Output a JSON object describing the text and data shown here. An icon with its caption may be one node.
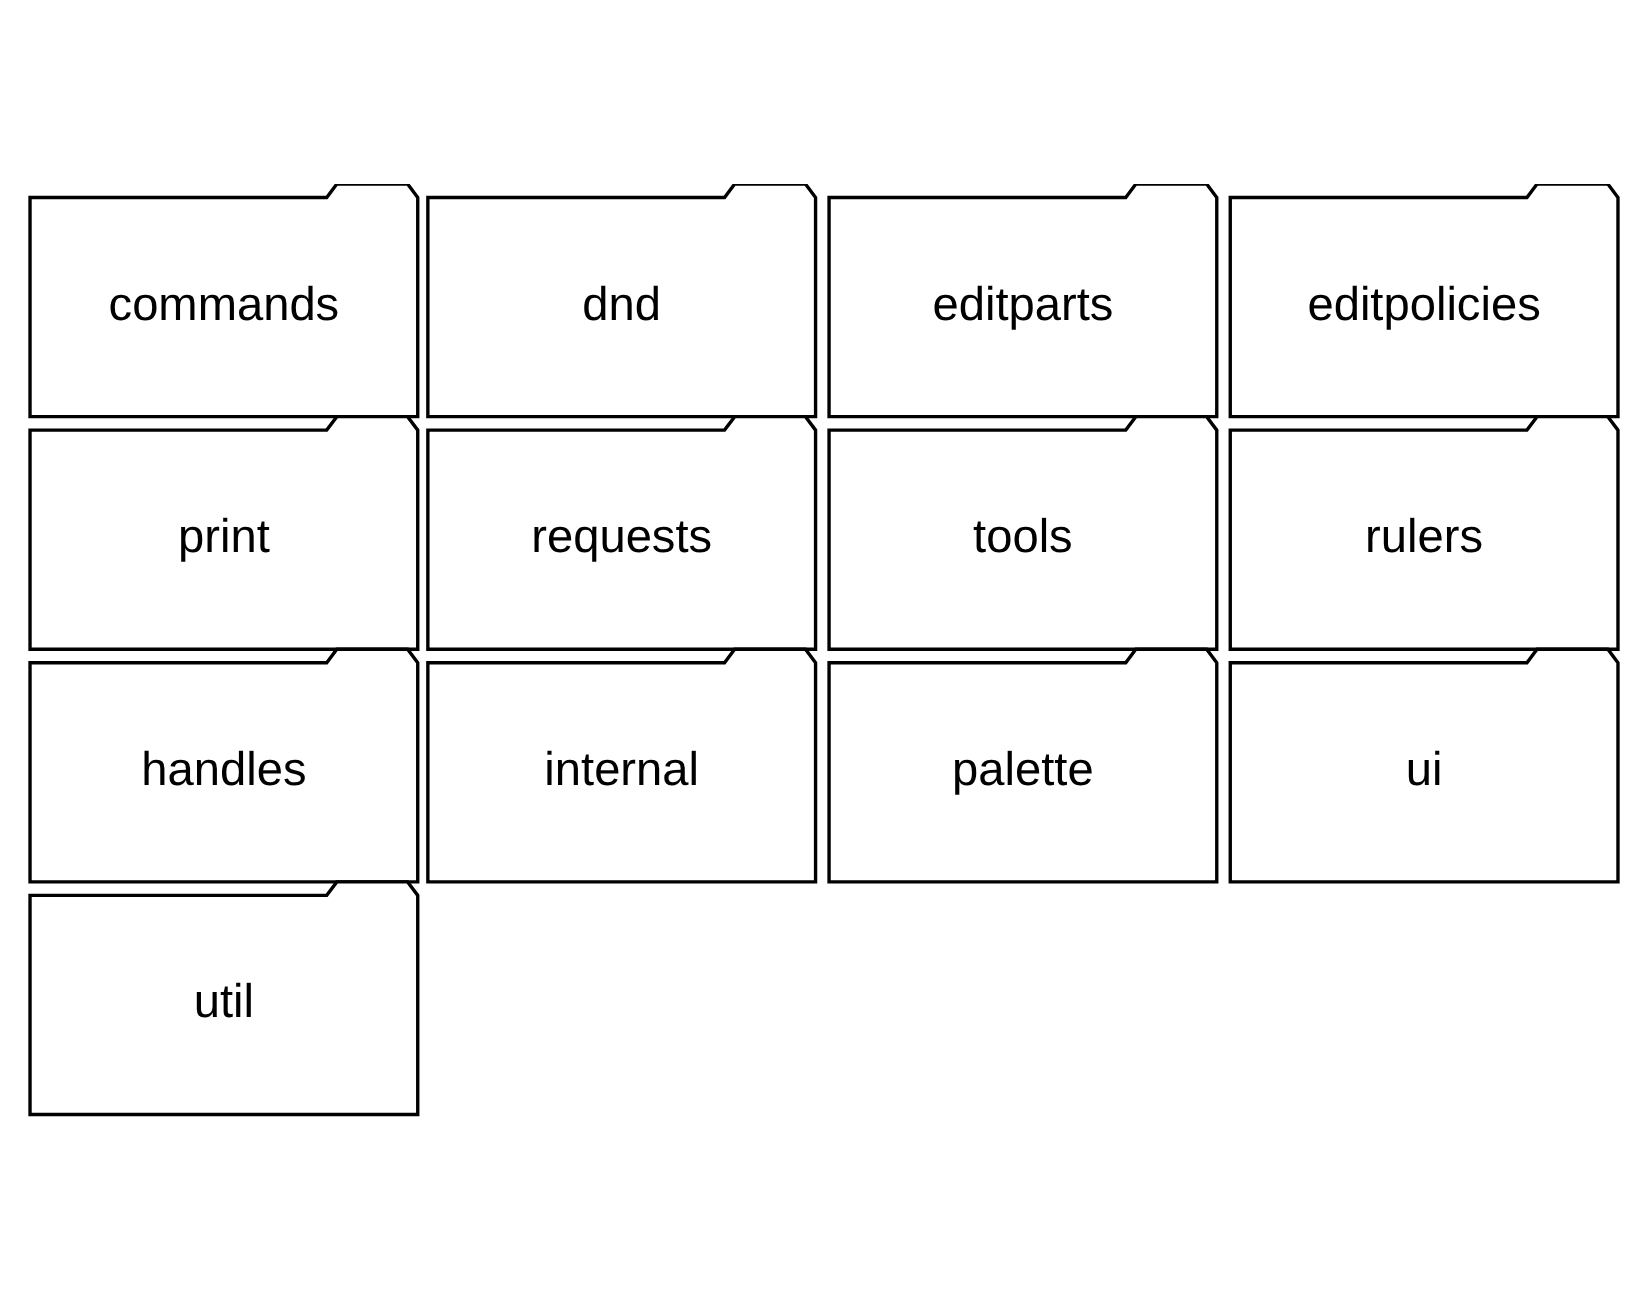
{
  "diagram": {
    "nodes": [
      {
        "text": [
          "commands"
        ]
      },
      {
        "text": [
          "dnd"
        ]
      },
      {
        "text": [
          "editparts"
        ]
      },
      {
        "text": [
          "editpolicies"
        ]
      },
      {
        "text": [
          "print"
        ]
      },
      {
        "text": [
          "requests"
        ]
      },
      {
        "text": [
          "tools"
        ]
      },
      {
        "text": [
          "rulers"
        ]
      },
      {
        "text": [
          "handles"
        ]
      },
      {
        "text": [
          "internal"
        ]
      },
      {
        "text": [
          "palette"
        ]
      },
      {
        "text": [
          "ui"
        ]
      },
      {
        "text": [
          "util"
        ]
      }
    ]
  }
}
